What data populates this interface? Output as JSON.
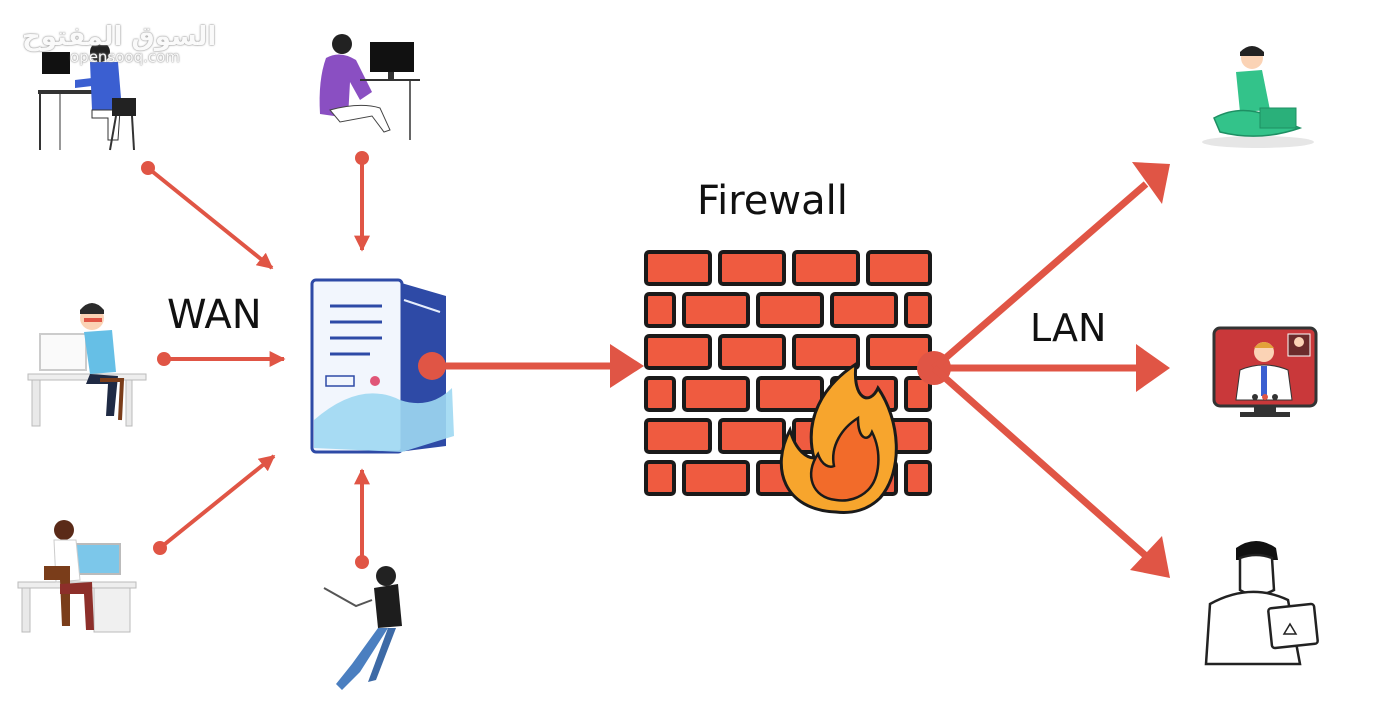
{
  "watermark": {
    "arabic": "السوق المفتوح",
    "latin": "opensooq.com"
  },
  "labels": {
    "wan": "WAN",
    "firewall": "Firewall",
    "lan": "LAN"
  },
  "colors": {
    "arrow": "#e05545",
    "brick": "#ef5b40",
    "brick_outline": "#1a1a1a",
    "flame_outer": "#f7a52d",
    "flame_inner": "#f26b2a",
    "server_body": "#f2f6fd",
    "server_side": "#2e4aa6",
    "server_accent": "#9fd8f2"
  }
}
